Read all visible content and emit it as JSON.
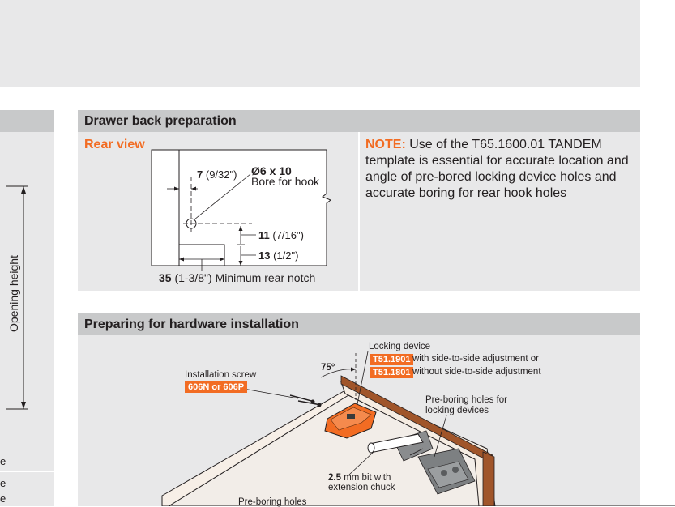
{
  "left_panel": {
    "opening_height_label": "Opening height",
    "cut_row_1": "e",
    "cut_row_2": "e",
    "cut_row_3": "e"
  },
  "drawer_back": {
    "title": "Drawer back preparation",
    "rear_view_label": "Rear view",
    "dim_7_value": "7",
    "dim_7_fraction": "(9/32\")",
    "bore_size": "Ø6 x 10",
    "bore_label": "Bore for hook",
    "dim_11_value": "11",
    "dim_11_fraction": "(7/16\")",
    "dim_13_value": "13",
    "dim_13_fraction": "(1/2\")",
    "dim_35_value": "35",
    "dim_35_text": "(1-3/8\") Minimum rear notch",
    "note_label": "NOTE:",
    "note_text": " Use of the T65.1600.01 TANDEM template is essential for accurate location and angle of pre-bored locking device holes and accurate boring for rear hook holes"
  },
  "hardware": {
    "title": "Preparing for hardware installation",
    "locking_device_label": "Locking device",
    "part_1": "T51.1901",
    "part_1_desc": "with side-to-side adjustment or",
    "part_2": "T51.1801",
    "part_2_desc": "without side-to-side adjustment",
    "angle": "75°",
    "screw_label": "Installation screw",
    "screw_part": "606N or 606P",
    "preboring_label_1": "Pre-boring holes for",
    "preboring_label_2": "locking devices",
    "bit_size": "2.5",
    "bit_label_1": " mm bit with",
    "bit_label_2": "extension chuck",
    "preboring_holes_label": "Pre-boring holes"
  },
  "colors": {
    "accent": "#f26c23",
    "panel_bg": "#e8e8e9",
    "header_bg": "#c8c9ca",
    "wood": "#a0552a"
  }
}
